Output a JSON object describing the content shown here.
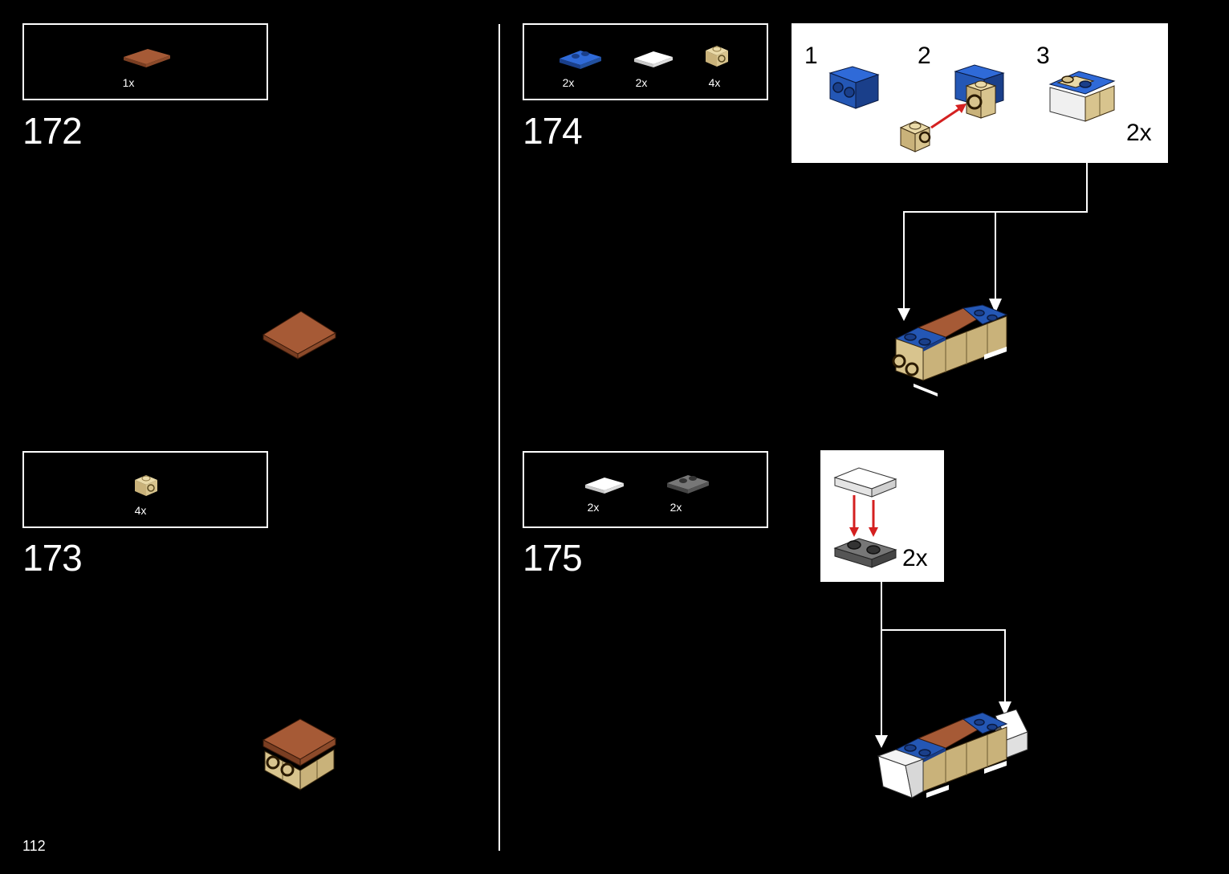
{
  "page_number": "112",
  "colors": {
    "background": "#000000",
    "brown": "#a65a36",
    "blue": "#2457b5",
    "tan": "#d8c48e",
    "white_part": "#ffffff",
    "dark_gray": "#555555",
    "arrow_red": "#d42020"
  },
  "steps": [
    {
      "number": "172",
      "parts": [
        {
          "icon": "brown-tile-2x2",
          "qty": "1x"
        }
      ]
    },
    {
      "number": "173",
      "parts": [
        {
          "icon": "tan-brick-1x1-with-stud",
          "qty": "4x"
        }
      ]
    },
    {
      "number": "174",
      "parts": [
        {
          "icon": "blue-plate-1x2",
          "qty": "2x"
        },
        {
          "icon": "white-tile-1x2",
          "qty": "2x"
        },
        {
          "icon": "tan-brick-1x1-with-stud",
          "qty": "4x"
        }
      ],
      "callout": {
        "sub_steps": [
          "1",
          "2",
          "3"
        ],
        "multiplier": "2x"
      }
    },
    {
      "number": "175",
      "parts": [
        {
          "icon": "white-tile-1x2",
          "qty": "2x"
        },
        {
          "icon": "dark-gray-plate-1x2",
          "qty": "2x"
        }
      ],
      "callout": {
        "multiplier": "2x"
      }
    }
  ]
}
